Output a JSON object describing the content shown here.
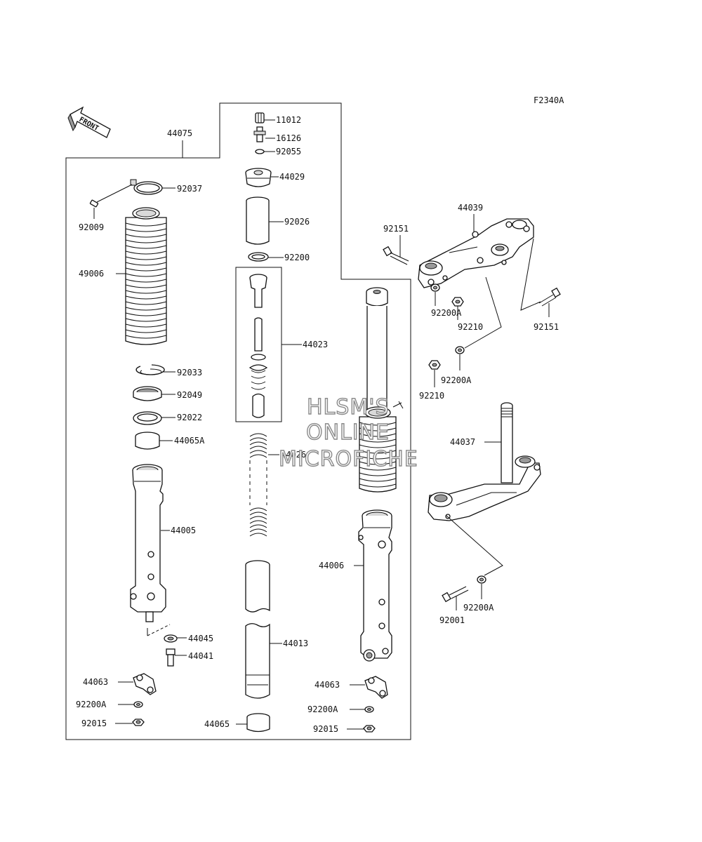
{
  "diagram": {
    "code": "F2340A",
    "front_label": "FRONT",
    "watermark": [
      "HLSM'S",
      "ONLINE",
      "MICROFICHE"
    ],
    "part_labels": {
      "p44075": "44075",
      "p11012": "11012",
      "p16126": "16126",
      "p92055": "92055",
      "p44029": "44029",
      "p92037": "92037",
      "p92009": "92009",
      "p92026": "92026",
      "p49006": "49006",
      "p92200": "92200",
      "p44023": "44023",
      "p92033": "92033",
      "p92049": "92049",
      "p92022": "92022",
      "p44065A": "44065A",
      "p44026": "44026",
      "p44005": "44005",
      "p44006": "44006",
      "p44045": "44045",
      "p44041": "44041",
      "p44013": "44013",
      "p44063L": "44063",
      "p92200A_L": "92200A",
      "p92015L": "92015",
      "p44065": "44065",
      "p44063R": "44063",
      "p92200A_R": "92200A",
      "p92015R": "92015",
      "p44039": "44039",
      "p92151a": "92151",
      "p92151b": "92151",
      "p92200A_a": "92200A",
      "p92210a": "92210",
      "p92200A_b": "92200A",
      "p92210b": "92210",
      "p44037": "44037",
      "p92001": "92001",
      "p92200A_c": "92200A"
    }
  }
}
